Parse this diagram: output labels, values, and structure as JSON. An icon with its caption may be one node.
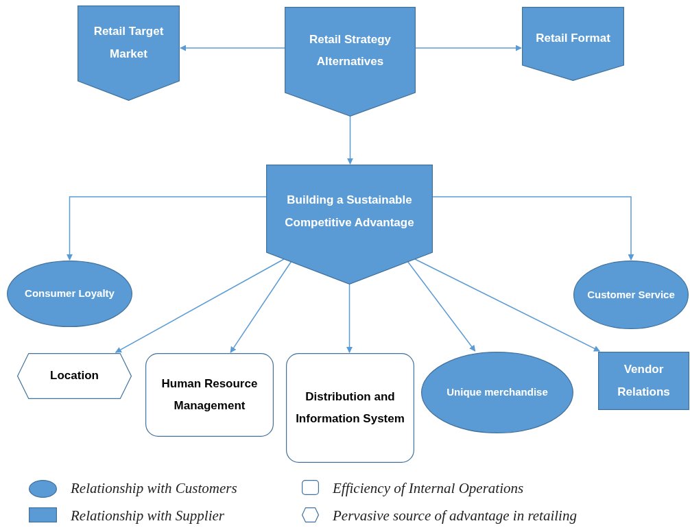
{
  "diagram": {
    "nodes": [
      {
        "text": [
          "Retail Target Market"
        ]
      },
      {
        "text": [
          "Retail Strategy Alternatives"
        ]
      },
      {
        "text": [
          "Retail Format"
        ]
      },
      {
        "text": [
          "Building a Sustainable Competitive Advantage"
        ]
      },
      {
        "text": [
          "Consumer Loyalty"
        ]
      },
      {
        "text": [
          "Customer Service"
        ]
      },
      {
        "text": [
          "Location"
        ]
      },
      {
        "text": [
          "Human Resource Management"
        ]
      },
      {
        "text": [
          "Distribution and Information System"
        ]
      },
      {
        "text": [
          "Unique merchandise"
        ]
      },
      {
        "text": [
          "Vendor Relations"
        ]
      }
    ],
    "edges": [
      {
        "from": 1,
        "to": 0,
        "arrow": "to"
      },
      {
        "from": 1,
        "to": 2,
        "arrow": "to"
      },
      {
        "from": 1,
        "to": 3,
        "arrow": "to"
      },
      {
        "from": 3,
        "to": 4,
        "arrow": "to"
      },
      {
        "from": 3,
        "to": 5,
        "arrow": "to"
      },
      {
        "from": 3,
        "to": 6,
        "arrow": "to"
      },
      {
        "from": 3,
        "to": 7,
        "arrow": "to"
      },
      {
        "from": 3,
        "to": 8,
        "arrow": "to"
      },
      {
        "from": 3,
        "to": 9,
        "arrow": "to"
      },
      {
        "from": 3,
        "to": 10,
        "arrow": "to"
      }
    ],
    "legend": [
      {
        "text": "Relationship with Customers"
      },
      {
        "text": "Efficiency of Internal Operations"
      },
      {
        "text": "Relationship with Supplier"
      },
      {
        "text": "Pervasive source of advantage in retailing"
      }
    ]
  }
}
